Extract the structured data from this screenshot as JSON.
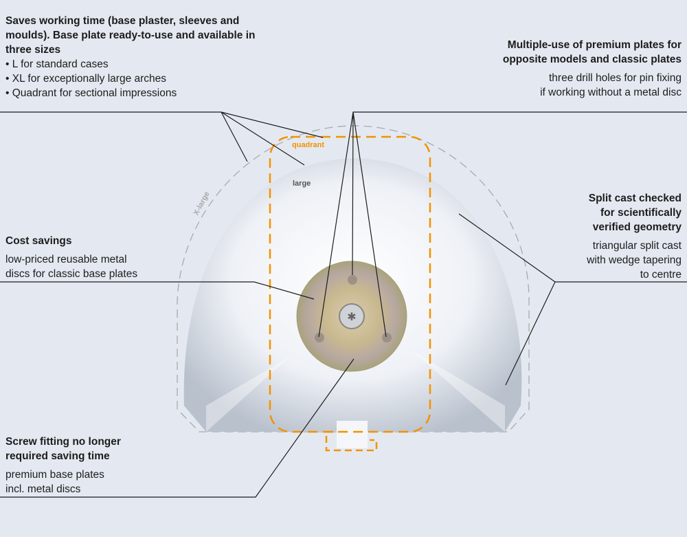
{
  "callouts": {
    "base_plate": {
      "title": [
        "Saves working time (base plaster, sleeves and",
        "moulds). Base plate ready-to-use and available in",
        "three sizes"
      ],
      "bullets": [
        "• L for standard cases",
        "• XL for exceptionally large arches",
        "• Quadrant for sectional impressions"
      ]
    },
    "premium_plates": {
      "title": [
        "Multiple-use of premium plates for",
        "opposite models and classic plates"
      ],
      "text": [
        "three drill holes for pin fixing",
        "if working without a metal disc"
      ]
    },
    "cost_savings": {
      "title": [
        "Cost savings"
      ],
      "text": [
        "low-priced reusable metal",
        "discs for classic base plates"
      ]
    },
    "split_cast": {
      "title": [
        "Split cast checked",
        "for scientifically",
        "verified geometry"
      ],
      "text": [
        "triangular split cast",
        "with wedge tapering",
        "to centre"
      ]
    },
    "screw": {
      "title": [
        "Screw fitting no longer",
        "required saving time"
      ],
      "text": [
        "premium base plates",
        "incl. metal discs"
      ]
    }
  },
  "size_labels": {
    "quadrant": "quadrant",
    "large": "large",
    "xlarge": "X-large"
  },
  "colors": {
    "accent": "#f39200",
    "background": "#e4e9f1"
  }
}
